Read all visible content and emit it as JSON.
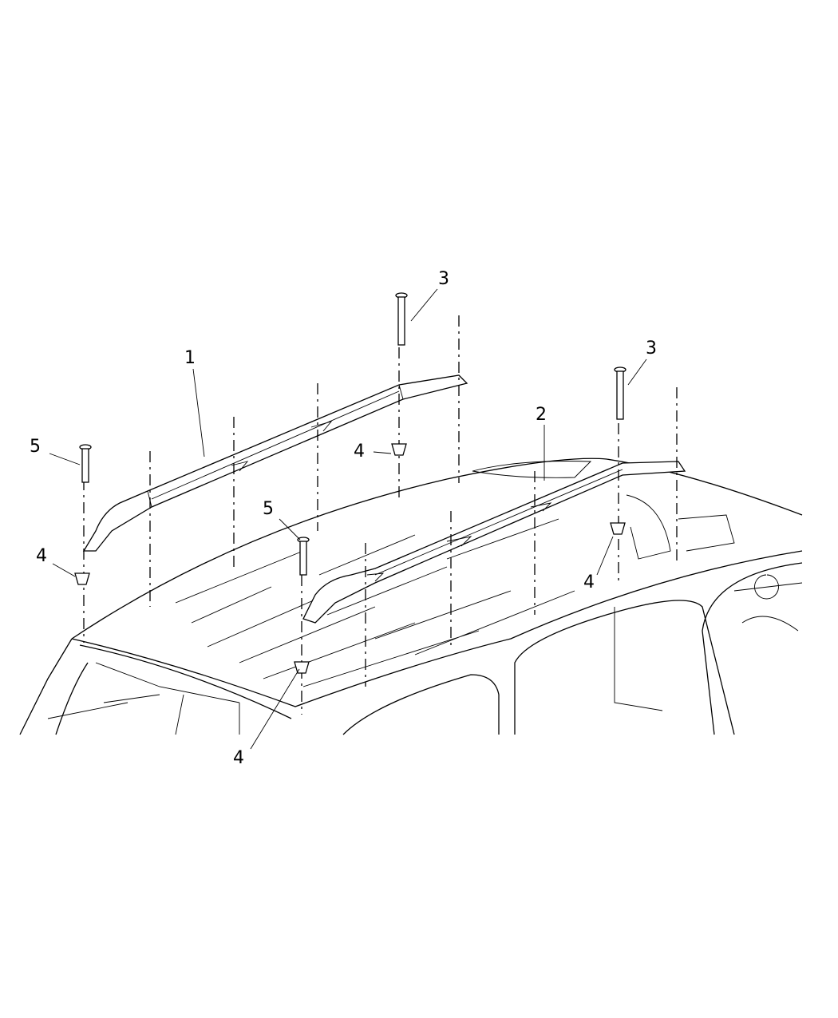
{
  "callouts": [
    {
      "id": "c1",
      "label": "1"
    },
    {
      "id": "c2",
      "label": "2"
    },
    {
      "id": "c3a",
      "label": "3"
    },
    {
      "id": "c3b",
      "label": "3"
    },
    {
      "id": "c4a",
      "label": "4"
    },
    {
      "id": "c4b",
      "label": "4"
    },
    {
      "id": "c4c",
      "label": "4"
    },
    {
      "id": "c4d",
      "label": "4"
    },
    {
      "id": "c5a",
      "label": "5"
    },
    {
      "id": "c5b",
      "label": "5"
    }
  ]
}
